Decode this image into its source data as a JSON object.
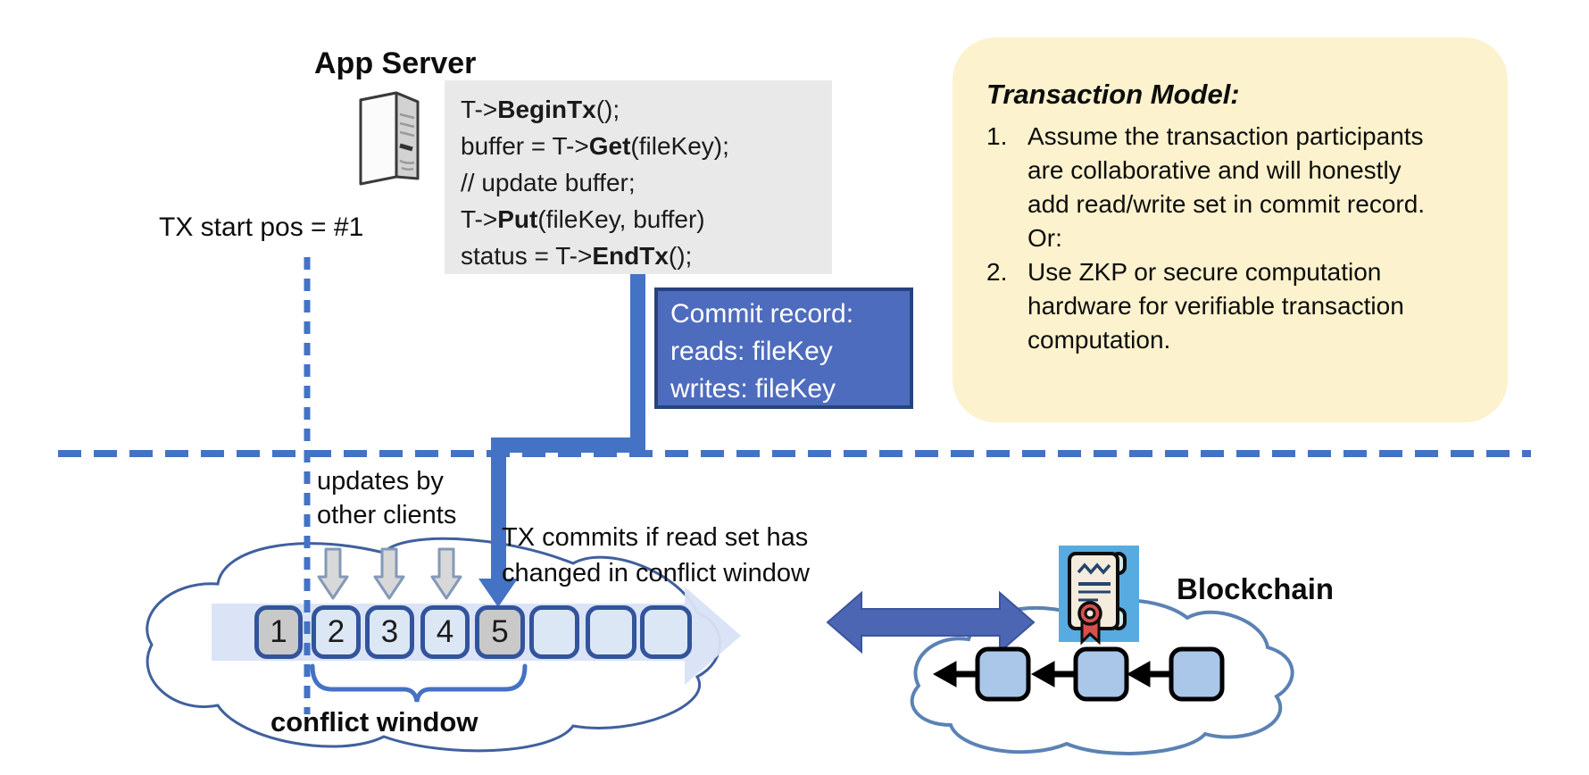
{
  "app_server": {
    "title": "App Server"
  },
  "code": {
    "lines": [
      {
        "pre": "T->",
        "bold": "BeginTx",
        "post": "();"
      },
      {
        "pre": "buffer = T->",
        "bold": "Get",
        "post": "(fileKey);"
      },
      {
        "pre": "// update buffer;",
        "bold": "",
        "post": ""
      },
      {
        "pre": "T->",
        "bold": "Put",
        "post": "(fileKey, buffer)"
      },
      {
        "pre": "status = T->",
        "bold": "EndTx",
        "post": "();"
      }
    ]
  },
  "tx_start_label": "TX start pos = #1",
  "commit_record": {
    "line1": "Commit record:",
    "line2": "reads: fileKey",
    "line3": "writes: fileKey"
  },
  "transaction_model": {
    "title": "Transaction Model:",
    "items": [
      {
        "num": "1.",
        "text": "Assume the transaction participants are collaborative and will honestly add read/write set in commit record.  Or:"
      },
      {
        "num": "2.",
        "text": "Use ZKP or secure computation hardware for verifiable transaction computation."
      }
    ]
  },
  "timeline": {
    "updates_label": "updates by\nother clients",
    "commits_label": "TX commits if read set has\nchanged in conflict window",
    "conflict_window_label": "conflict window",
    "slots": [
      "1",
      "2",
      "3",
      "4",
      "5",
      "",
      "",
      ""
    ]
  },
  "blockchain": {
    "label": "Blockchain"
  },
  "colors": {
    "accent_blue": "#4472c4",
    "commit_box_fill": "#4e6cbd",
    "note_fill": "#fcf2cd",
    "slot_border": "#33549c",
    "slot_fill": "#dce7f5",
    "slot_gray": "#c9c9c9",
    "band_fill": "#d9e3f5",
    "chain_block_fill": "#aac6e8",
    "icon_bg": "#58abe0",
    "seal_red": "#d94f4f"
  }
}
